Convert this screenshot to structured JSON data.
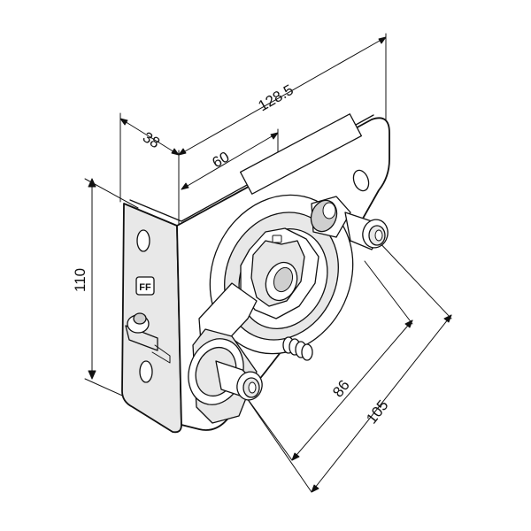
{
  "diagram": {
    "dimensions": {
      "overall_width": "128.5",
      "depth": "38",
      "inner_width": "60",
      "height": "110",
      "bolt_spacing_small": "86",
      "bolt_spacing_large": "105"
    },
    "logo_text": "FF"
  },
  "colors": {
    "stroke": "#111111",
    "fill_light": "#e8e8e8",
    "fill_mid": "#cfcfcf",
    "background": "#ffffff"
  }
}
